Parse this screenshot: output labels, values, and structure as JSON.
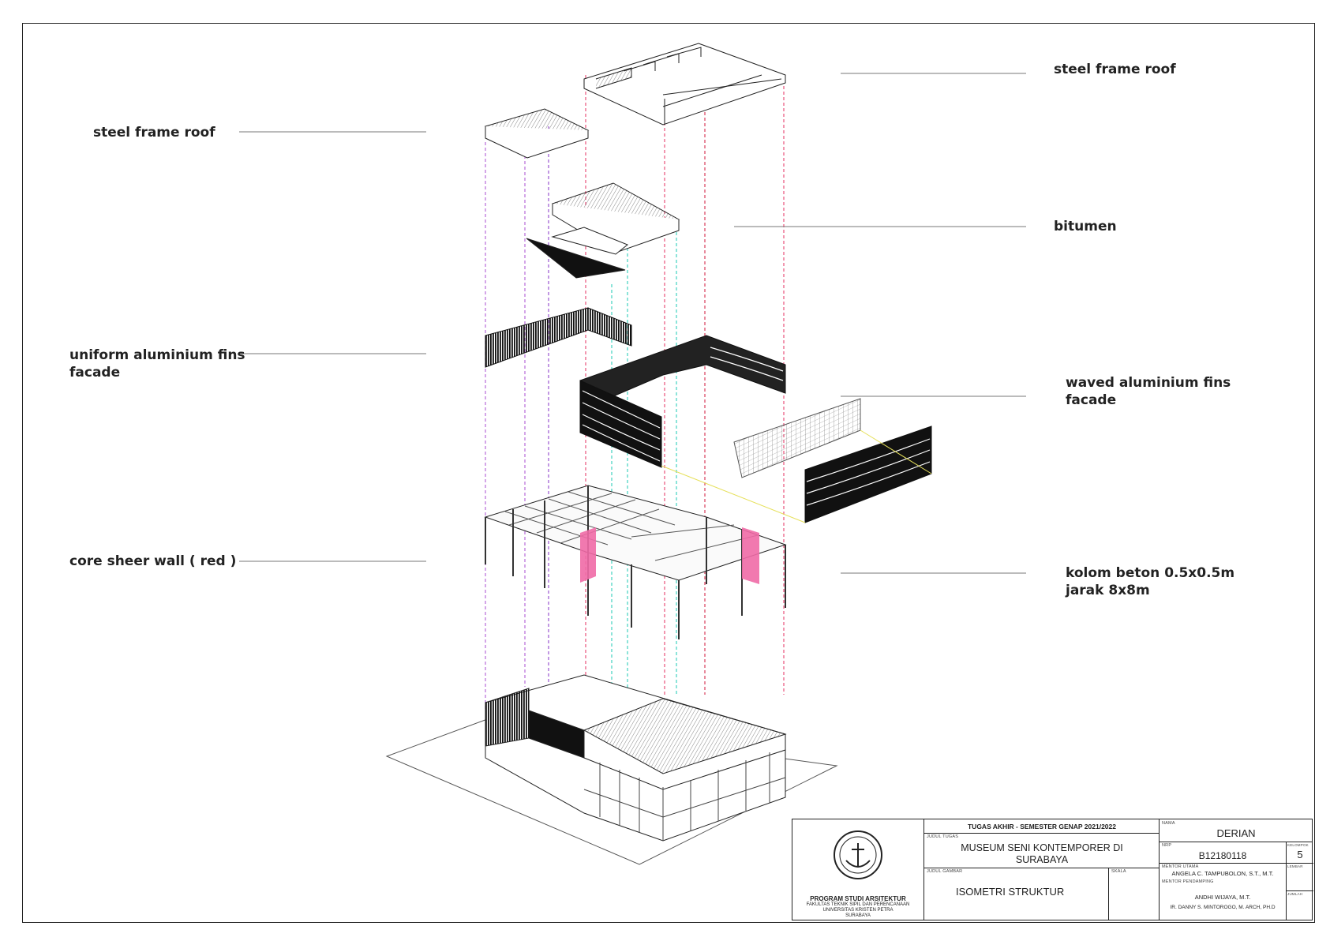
{
  "labels": {
    "left": [
      {
        "text": "steel frame roof"
      },
      {
        "line1": "uniform aluminium fins",
        "line2": "facade"
      },
      {
        "text": "core sheer wall ( red )"
      }
    ],
    "right": [
      {
        "text": "steel frame roof"
      },
      {
        "text": "bitumen"
      },
      {
        "line1": "waved aluminium fins",
        "line2": "facade"
      },
      {
        "line1": "kolom beton 0.5x0.5m",
        "line2": "jarak 8x8m"
      }
    ]
  },
  "colors": {
    "purple_guides": "#b86ad8",
    "pink_guides": "#e8527a",
    "cyan_guides": "#3fd3c0",
    "core_wall": "#f06aa6",
    "yellow_guide": "#e6e05a"
  },
  "title_block": {
    "header": "TUGAS AKHIR - SEMESTER GENAP 2021/2022",
    "judul_tugas_label": "JUDUL TUGAS",
    "project_title_1": "MUSEUM SENI KONTEMPORER DI",
    "project_title_2": "SURABAYA",
    "judul_gambar_label": "JUDUL GAMBAR",
    "drawing_title": "ISOMETRI STRUKTUR",
    "skala_label": "SKALA",
    "nama_label": "NAMA",
    "student_name": "DERIAN",
    "nrp_label": "NRP",
    "student_id": "B12180118",
    "kelompok_label": "KELOMPOK",
    "group": "5",
    "mentor_utama_label": "MENTOR UTAMA",
    "mentor_utama": "ANGELA C. TAMPUBOLON, S.T., M.T.",
    "mentor_pendamping_label": "MENTOR PENDAMPING",
    "mentor_pendamping_1": "ANDHI WIJAYA, M.T.",
    "mentor_pendamping_2": "IR. DANNY S. MINTOROGO, M. ARCH, PH.D",
    "lembar_label": "LEMBAR",
    "jumlah_label": "JUMLAH",
    "program": "PROGRAM STUDI ARSITEKTUR",
    "faculty": "FAKULTAS TEKNIK SIPIL DAN PERENCANAAN",
    "university": "UNIVERSITAS KRISTEN PETRA",
    "city": "SURABAYA"
  }
}
